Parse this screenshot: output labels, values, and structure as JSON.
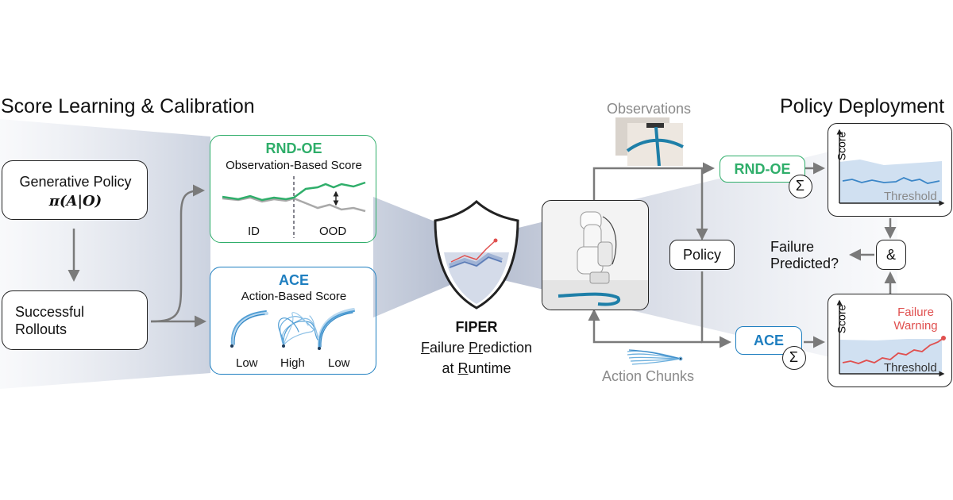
{
  "left_section": {
    "title": "Score Learning & Calibration",
    "generative_policy": {
      "line1": "Generative Policy",
      "formula": "π(A|O)"
    },
    "successful_rollouts": {
      "line1": "Successful",
      "line2": "Rollouts"
    },
    "rnd_oe": {
      "title": "RND-OE",
      "subtitle": "Observation-Based Score",
      "id_label": "ID",
      "ood_label": "OOD"
    },
    "ace": {
      "title": "ACE",
      "subtitle": "Action-Based Score",
      "labels": [
        "Low",
        "High",
        "Low"
      ]
    }
  },
  "center": {
    "name": "FIPER",
    "line1_parts": [
      "F",
      "ai",
      "lure ",
      "Pr",
      "ediction"
    ],
    "line2_parts": [
      "at ",
      "R",
      "untime"
    ]
  },
  "right_section": {
    "title": "Policy Deployment",
    "observations_label": "Observations",
    "action_chunks_label": "Action Chunks",
    "policy_label": "Policy",
    "rnd_oe_label": "RND-OE",
    "ace_label": "ACE",
    "sum_symbol": "Σ",
    "and_symbol": "&",
    "failure_predicted": {
      "line1": "Failure",
      "line2": "Predicted?"
    },
    "chart_top": {
      "ylabel": "Score",
      "threshold": "Threshold"
    },
    "chart_bottom": {
      "ylabel": "Score",
      "threshold": "Threshold",
      "warning_line1": "Failure",
      "warning_line2": "Warning"
    }
  },
  "colors": {
    "green": "#2fae6a",
    "blue": "#1f7fc0",
    "red": "#e0504f",
    "grey": "#8a8a8a",
    "arrow": "#7a7a7a",
    "funnel": "#8a96b4"
  }
}
